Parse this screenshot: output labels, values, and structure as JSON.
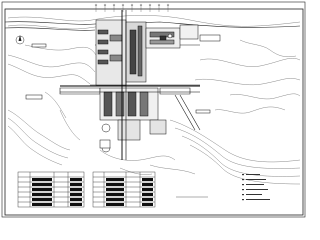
{
  "drawing": {
    "title": "",
    "legend_left": {
      "heading": "",
      "rows": 6
    },
    "legend_mid": {
      "heading": "",
      "rows": 6
    },
    "notes": {
      "lines": 6
    },
    "grid_columns": 9
  }
}
